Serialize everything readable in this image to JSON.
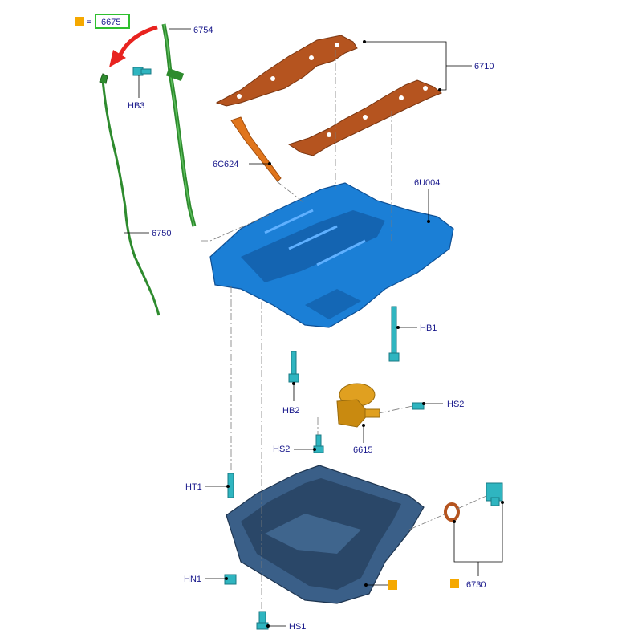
{
  "legend": {
    "marker_color": "#f5a800",
    "equals": "=",
    "part": "6675",
    "box_color": "#2fbf2f"
  },
  "labels": {
    "dipstick_tube": "6754",
    "gasket": "6710",
    "dipstick": "6750",
    "bolt_hb3": "HB3",
    "baffle": "6C624",
    "bedplate": "6U004",
    "bolt_hb1": "HB1",
    "bolt_hb2": "HB2",
    "bolt_hs2_right": "HS2",
    "bolt_hs2_left": "HS2",
    "pump_pickup": "6615",
    "stud_ht1": "HT1",
    "nut_hn1": "HN1",
    "bolt_hs1": "HS1",
    "drain_plug": "6730"
  },
  "colors": {
    "blue_part": "#1b7fd6",
    "blue_dark": "#0e4f94",
    "green_part": "#2e8b2e",
    "copper": "#b5541f",
    "orange_part": "#e0751c",
    "gold_part": "#e0a020",
    "teal_part": "#2fb5c0",
    "pan": "#3a5f88",
    "label_text": "#1a1a8c",
    "arrow_red": "#e8231f"
  },
  "icons": {
    "legend_marker": "square-marker-icon",
    "pan_marker": "square-marker-icon",
    "drain_marker": "square-marker-icon"
  }
}
